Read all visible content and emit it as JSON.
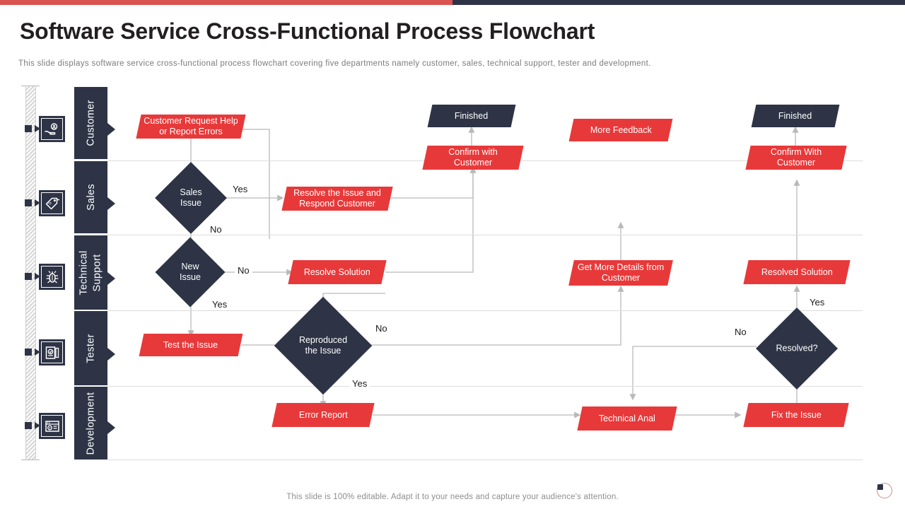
{
  "topbar": {
    "red": "#d9534f",
    "dark": "#2e3446"
  },
  "header": {
    "title": "Software Service Cross-Functional Process Flowchart",
    "subtitle": "This slide displays software service cross-functional process flowchart covering five departments namely customer, sales, technical support, tester and development."
  },
  "colors": {
    "red": "#e8393a",
    "dark": "#2e3446",
    "line": "#b9b9b9",
    "lane_sep": "#dcdcdc"
  },
  "lanes": [
    {
      "label": "Customer",
      "icon": "customer-care-icon"
    },
    {
      "label": "Sales",
      "icon": "price-tag-icon"
    },
    {
      "label": "Technical Support",
      "icon": "bug-gear-icon"
    },
    {
      "label": "Tester",
      "icon": "test-document-icon"
    },
    {
      "label": "Development",
      "icon": "code-window-icon"
    }
  ],
  "nodes": {
    "customer_request": "Customer Request Help or Report Errors",
    "sales_issue": "Sales Issue",
    "resolve_respond": "Resolve the Issue and Respond Customer",
    "finished_mid": "Finished",
    "confirm_with_customer": "Confirm with Customer",
    "more_feedback": "More Feedback",
    "finished_right": "Finished",
    "confirm_with_customer_right": "Confirm With Customer",
    "new_issue": "New Issue",
    "resolve_solution": "Resolve Solution",
    "get_more_details": "Get More Details from Customer",
    "resolved_solution": "Resolved Solution",
    "test_the_issue": "Test the Issue",
    "reproduced_the_issue": "Reproduced the Issue",
    "resolved_q": "Resolved?",
    "error_report": "Error Report",
    "technical_anal": "Technical Anal",
    "fix_the_issue": "Fix the Issue"
  },
  "edge_labels": {
    "sales_yes": "Yes",
    "sales_no": "No",
    "new_issue_no": "No",
    "new_issue_yes": "Yes",
    "reproduced_no": "No",
    "reproduced_yes": "Yes",
    "resolved_no": "No",
    "resolved_yes": "Yes"
  },
  "footer": {
    "text": "This slide is 100% editable. Adapt it to your needs and capture your audience's attention."
  }
}
